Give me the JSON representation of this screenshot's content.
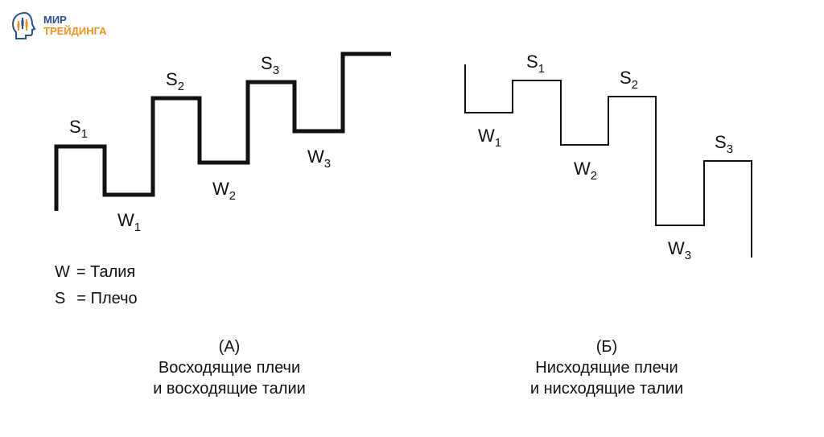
{
  "logo": {
    "line1": "МИР",
    "line2": "ТРЕЙДИНГА",
    "colors": {
      "primary": "#2a4f8f",
      "accent": "#f0921e"
    }
  },
  "left": {
    "labels": [
      {
        "main": "S",
        "sub": "1"
      },
      {
        "main": "W",
        "sub": "1"
      },
      {
        "main": "S",
        "sub": "2"
      },
      {
        "main": "W",
        "sub": "2"
      },
      {
        "main": "S",
        "sub": "3"
      },
      {
        "main": "W",
        "sub": "3"
      }
    ],
    "legend": [
      {
        "key": "W",
        "text": "= Талия"
      },
      {
        "key": "S",
        "text": "= Плечо"
      }
    ],
    "caption": {
      "letter": "(А)",
      "line1": "Восходящие плечи",
      "line2": "и восходящие талии"
    }
  },
  "right": {
    "labels": [
      {
        "main": "S",
        "sub": "1"
      },
      {
        "main": "W",
        "sub": "1"
      },
      {
        "main": "S",
        "sub": "2"
      },
      {
        "main": "W",
        "sub": "2"
      },
      {
        "main": "S",
        "sub": "3"
      },
      {
        "main": "W",
        "sub": "3"
      }
    ],
    "caption": {
      "letter": "(Б)",
      "line1": "Нисходящие плечи",
      "line2": "и нисходящие талии"
    }
  }
}
